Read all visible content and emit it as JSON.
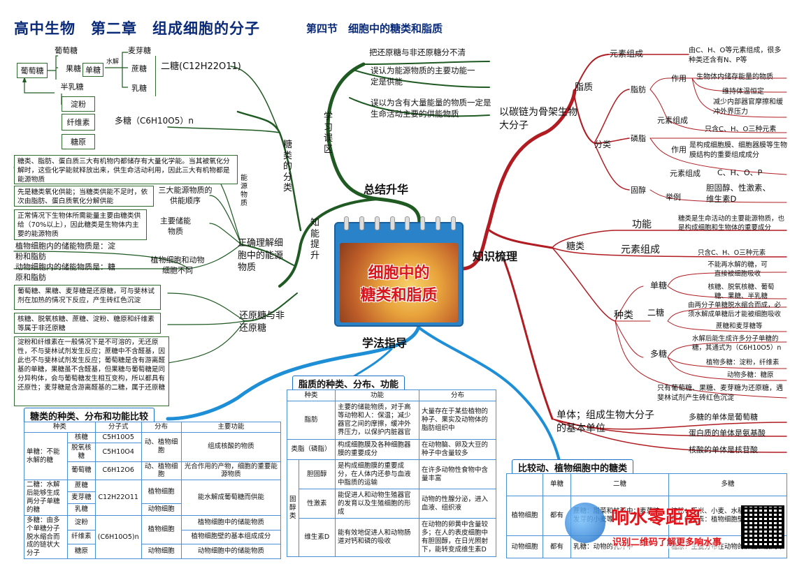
{
  "title": {
    "main": "高中生物　第二章　组成细胞的分子",
    "section": "第四节　细胞中的糖类和脂质"
  },
  "center": {
    "title_line1": "细胞中的",
    "title_line2": "糖类和脂质"
  },
  "branches": {
    "summary": "总结升华",
    "knowledge": "知识梳理",
    "method": "学法指导",
    "misconceptions": "学习误区",
    "ability": "知能提升"
  },
  "misconceptions": [
    "把还原糖与非还原糖分不清",
    "误认为能源物质的主要功能一定是供能",
    "误以为含有大量能量的物质一定是生命活动主要的供能物质"
  ],
  "sugar_classification": {
    "label": "糖类的分类",
    "monosaccharides": [
      "葡萄糖",
      "果糖",
      "半乳糖"
    ],
    "single": "单糖",
    "hydrolysis": "水解",
    "disaccharides": [
      "麦芽糖",
      "蔗糖",
      "乳糖"
    ],
    "disaccharide_label": "二糖(C12H22O11)",
    "polysaccharides": [
      "淀粉",
      "纤维素",
      "糖原"
    ],
    "polysaccharide_label": "多糖（C6H10O5）n"
  },
  "energy": {
    "label": "正确理解细胞中的能源物质",
    "sub_label": "能源物质",
    "note1": "糖类、脂肪、蛋白质三大有机物内都储存有大量化学能。当其被氧化分解时，这些化学能就释放出来，供生命活动利用，因此三大有机物都是能源物质",
    "note2": "先是糖类氧化供能；当糖类供能不足时，依次由脂肪、蛋白质氧化分解供能",
    "note2_label": "三大能源物质的供能顺序",
    "note3": "正常情况下生物体所需能量主要由糖类供给（70%以上），因此糖类是生物体内主要的能源物质",
    "note3_label": "主要储能物质",
    "plant": "植物细胞内的储能物质是：淀粉和脂肪",
    "animal": "动物细胞内的储能物质是：糖原和脂肪",
    "compare_label": "植物细胞和动物细胞不同"
  },
  "reducing": {
    "label": "还原糖与非还原糖",
    "note1": "葡萄糖、果糖、麦芽糖是还原糖，可与斐林试剂在加热的情况下反应，产生砖红色沉淀",
    "note2": "核糖、脱氧核糖、蔗糖、淀粉、糖原和纤维素等属于非还原糖",
    "note3": "淀粉和纤维素在一般情况下是不可溶的，无还原性，不与斐林试剂发生反应；蔗糖中不含醛基，因此也不与斐林试剂发生反应；葡萄糖是含有游离醛基的单糖，果糖虽不含醛基，但果糖与葡萄糖是同分异构体，会与葡萄糖发生相互变构，所以都具有还原性；麦芽糖是含游离醛基的二糖，属于还原糖"
  },
  "lipids": {
    "label": "脂质",
    "elements_label": "元素组成",
    "elements": "由C、H、O等元素组成，很多种类还含有N、P等",
    "classify": "分类",
    "fat": "脂肪",
    "role": "作用",
    "fat_roles": [
      "生物体内储存能量的物质",
      "维持体温恒定",
      "减少内部器官摩擦和缓冲外界压力"
    ],
    "fat_elem": "只含C、H、O三种元素",
    "phospholipid": "磷脂",
    "phos_role": "是构成细胞膜、细胞器膜等生物膜结构的重要组成成分",
    "sterol": "固醇",
    "sterol_elem": "C、H、O、P",
    "example": "举例",
    "sterol_examples": "胆固醇、性激素、维生素D"
  },
  "carbon_skeleton": "以碳链为骨架生物大分子",
  "sugars": {
    "label": "糖类",
    "function_label": "功能",
    "function": "糖类是生命活动的主要能源物质，也是构成细胞和生物体的重要成分",
    "elements_label": "元素组成",
    "elements": "只含C、H、O三种元素",
    "kinds": "种类",
    "mono": "单糖",
    "mono_desc": "不能再水解的糖，可直接被细胞吸收",
    "mono_examples": "核糖、脱氧核糖、葡萄糖、果糖、半乳糖",
    "di": "二糖",
    "di_desc": "由两分子单糖脱水缩合而成，必须水解成单糖后才能被细胞吸收",
    "di_examples": "蔗糖和麦芽糖等",
    "poly": "多糖",
    "poly_desc": "水解后能生成许多分子单糖的糖，其通式为（C6H10O5）n",
    "poly_plant": "植物多糖：淀粉，纤维素",
    "poly_animal": "动物多糖：糖原",
    "reducing_note": "只有葡萄糖、果糖、麦芽糖为还原糖，遇斐林试剂产生砖红色沉淀"
  },
  "monomers": {
    "label": "单体；组成生物大分子的基本单位",
    "items": [
      "多糖的单体是葡萄糖",
      "蛋白质的单体是氨基酸",
      "核酸的单体是核苷酸"
    ]
  },
  "sugar_table": {
    "title": "糖类的种类、分布和功能比较",
    "headers": [
      "种类",
      "",
      "分子式",
      "分布",
      "主要功能"
    ],
    "rows": [
      [
        "单糖：不能水解的糖",
        "核糖",
        "C5H10O5",
        "动、植物细胞",
        "组成核酸的物质"
      ],
      [
        "",
        "脱氧核糖",
        "C5H10O4",
        "",
        ""
      ],
      [
        "",
        "葡萄糖",
        "C6H12O6",
        "",
        "光合作用的产物，细胞的重要能源物质"
      ],
      [
        "二糖：水解后能够生成两分子单糖的糖",
        "蔗糖",
        "C12H22O11",
        "植物细胞",
        "能水解成葡萄糖而供能"
      ],
      [
        "",
        "麦芽糖",
        "",
        "",
        ""
      ],
      [
        "",
        "乳糖",
        "",
        "动物细胞",
        ""
      ],
      [
        "多糖：由多个单糖分子脱水缩合而成的链状大分子",
        "淀粉",
        "(C6H10O5)n",
        "植物细胞",
        "植物细胞中的储能物质"
      ],
      [
        "",
        "纤维素",
        "",
        "",
        "植物细胞壁的基本组成成分"
      ],
      [
        "",
        "糖原",
        "",
        "动物细胞",
        "动物细胞中的储能物质"
      ]
    ]
  },
  "lipid_table": {
    "title": "脂质的种类、分布、功能",
    "headers": [
      "种类",
      "功能",
      "分布"
    ],
    "rows": [
      [
        "脂肪",
        "主要的储能物质，对于高等动物和人：保温；减少器官之间的摩擦，缓冲外界压力，以保护内脏器官",
        "大量存在于某些植物的种子、果实及动物体的脂肪组织中"
      ],
      [
        "类脂（磷脂）",
        "构成细胞膜及各种细胞器膜的重要成分",
        "在动物脑、卵及大豆的种子中含量较多"
      ],
      [
        "胆固醇",
        "是构成细胞膜的重要成分，在人体内还参与血液中脂质的运输",
        "在许多动物性食物中含量丰富"
      ],
      [
        "性激素",
        "能促进人和动物生殖器官的发育以及生殖细胞的形成",
        "动物的性腺分泌，进入血液、组织液"
      ],
      [
        "维生素D",
        "能有效地促进人和动物肠道对钙和磷的吸收",
        "在动物的卵黄中含量较多；在人的表皮细胞中有胆固醇，在日光照射下，能转变成维生素D"
      ]
    ],
    "group_label": "固醇类"
  },
  "compare_table": {
    "title": "比较动、植物细胞中的糖类",
    "headers": [
      "",
      "单糖",
      "二糖",
      "多糖"
    ],
    "plant": [
      "植物细胞",
      "都有",
      "蔗糖：甜菜和甘蔗中；麦芽糖：发芽的小麦等",
      "淀粉：玉米、小麦、水稻、马铃薯、山药；纤维素：植物细胞壁"
    ],
    "animal": [
      "动物细胞",
      "都有",
      "乳糖：动物的乳汁中",
      "糖原：主要分布在动物的肝脏和肌肉中"
    ]
  },
  "watermark": {
    "brand": "响水零距离",
    "slogan": "识别二维码了解更多响水事"
  }
}
